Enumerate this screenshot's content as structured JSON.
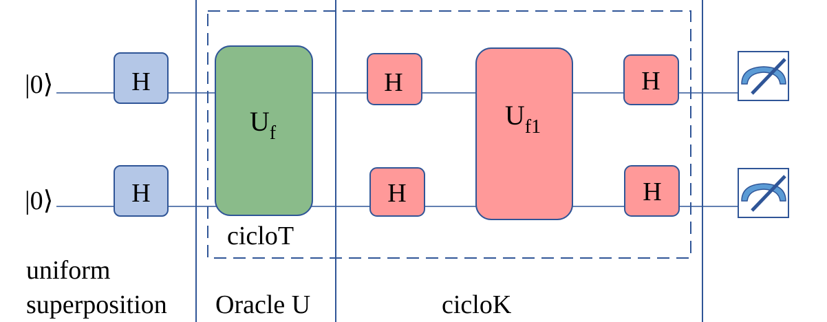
{
  "colors": {
    "wire": "#2f5597",
    "h_blue_fill": "#b4c7e7",
    "h_red_fill": "#ff9999",
    "oracle_fill": "#8abb8a",
    "oracle_text": "#0a3d0a",
    "uf1_text": "#7a1a1a",
    "meter_fill": "#5b9bd5"
  },
  "inputs": [
    "|0⟩",
    "|0⟩"
  ],
  "gates": {
    "h_label": "H",
    "oracle": {
      "base": "U",
      "sub": "f"
    },
    "uf1": {
      "base": "U",
      "sub": "f1"
    }
  },
  "labels": {
    "section1_line1": "uniform",
    "section1_line2": "superposition",
    "section2": "Oracle U",
    "section3": "cicloK",
    "inner_box": "cicloT"
  },
  "measure_icon": "meter-icon"
}
